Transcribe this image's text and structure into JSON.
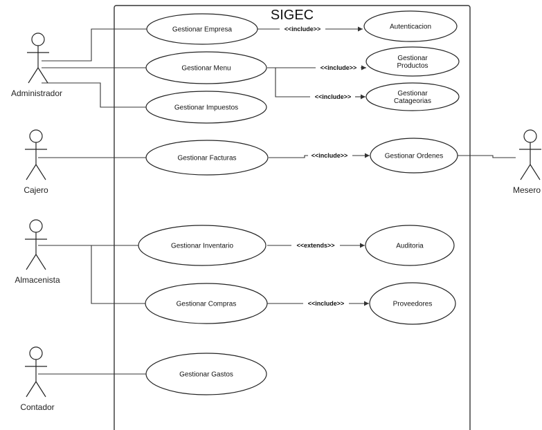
{
  "system": {
    "title": "SIGEC"
  },
  "actors": {
    "administrador": "Administrador",
    "cajero": "Cajero",
    "almacenista": "Almacenista",
    "contador": "Contador",
    "mesero": "Mesero"
  },
  "use_cases": {
    "gestionar_empresa": [
      "Gestionar Empresa"
    ],
    "gestionar_menu": [
      "Gestionar Menu"
    ],
    "gestionar_impuestos": [
      "Gestionar Impuestos"
    ],
    "gestionar_facturas": [
      "Gestionar Facturas"
    ],
    "gestionar_inventario": [
      "Gestionar Inventario"
    ],
    "gestionar_compras": [
      "Gestionar Compras"
    ],
    "gestionar_gastos": [
      "Gestionar Gastos"
    ],
    "autenticacion": [
      "Autenticacion"
    ],
    "gestionar_productos": [
      "Gestionar",
      "Productos"
    ],
    "gestionar_catageorias": [
      "Gestionar",
      "Catageorias"
    ],
    "gestionar_ordenes": [
      "Gestionar Ordenes"
    ],
    "auditoria": [
      "Auditoria"
    ],
    "proveedores": [
      "Proveedores"
    ]
  },
  "relations": {
    "empresa_autenticacion": "<<include>>",
    "menu_productos": "<<include>>",
    "menu_catageorias": "<<include>>",
    "facturas_ordenes": "<<include>>",
    "inventario_auditoria": "<<extends>>",
    "compras_proveedores": "<<include>>"
  }
}
